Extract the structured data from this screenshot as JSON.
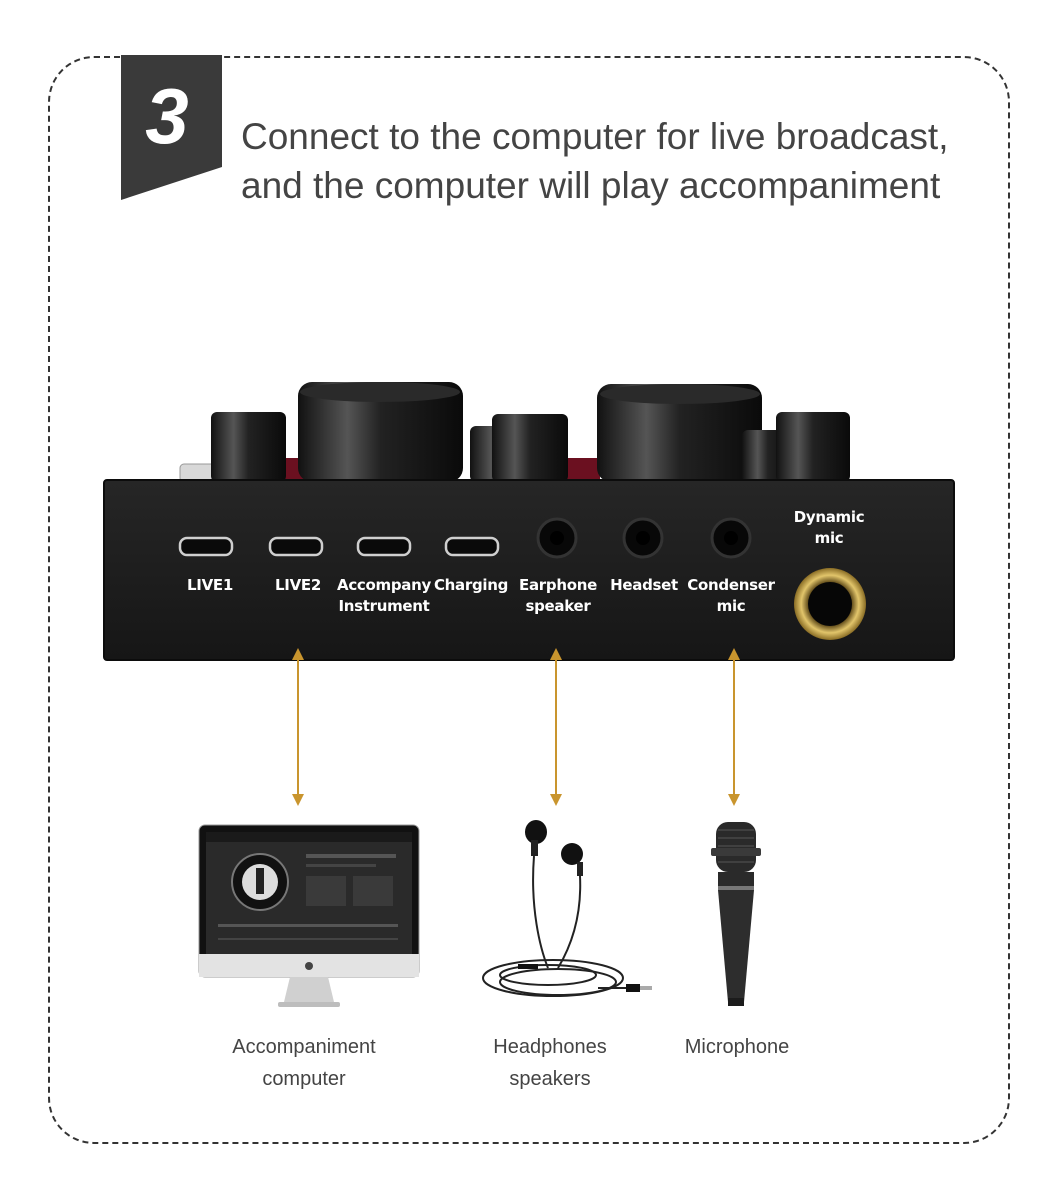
{
  "step": {
    "number": "3"
  },
  "headline": {
    "line1": "Connect to the computer for live broadcast,",
    "line2": "and the computer will play accompaniment"
  },
  "ports": [
    {
      "id": "live1",
      "lines": [
        "LIVE1"
      ]
    },
    {
      "id": "live2",
      "lines": [
        "LIVE2"
      ]
    },
    {
      "id": "accompany",
      "lines": [
        "Accompany",
        "Instrument"
      ]
    },
    {
      "id": "charging",
      "lines": [
        "Charging"
      ]
    },
    {
      "id": "earphone",
      "lines": [
        "Earphone",
        "speaker"
      ]
    },
    {
      "id": "headset",
      "lines": [
        "Headset"
      ]
    },
    {
      "id": "condenser",
      "lines": [
        "Condenser",
        "mic"
      ]
    },
    {
      "id": "dynamic",
      "lines": [
        "Dynamic",
        "mic"
      ]
    }
  ],
  "devices": [
    {
      "id": "computer",
      "icon": "imac-icon",
      "caption": [
        "Accompaniment",
        "computer"
      ]
    },
    {
      "id": "headphones",
      "icon": "earphones-icon",
      "caption": [
        "Headphones",
        "speakers"
      ]
    },
    {
      "id": "microphone",
      "icon": "microphone-icon",
      "caption": [
        "Microphone"
      ]
    }
  ],
  "colors": {
    "arrow": "#c9952e",
    "badge": "#3a3a3a",
    "device_body": "#1c1c1c",
    "jack_gold": "#c8a446"
  }
}
